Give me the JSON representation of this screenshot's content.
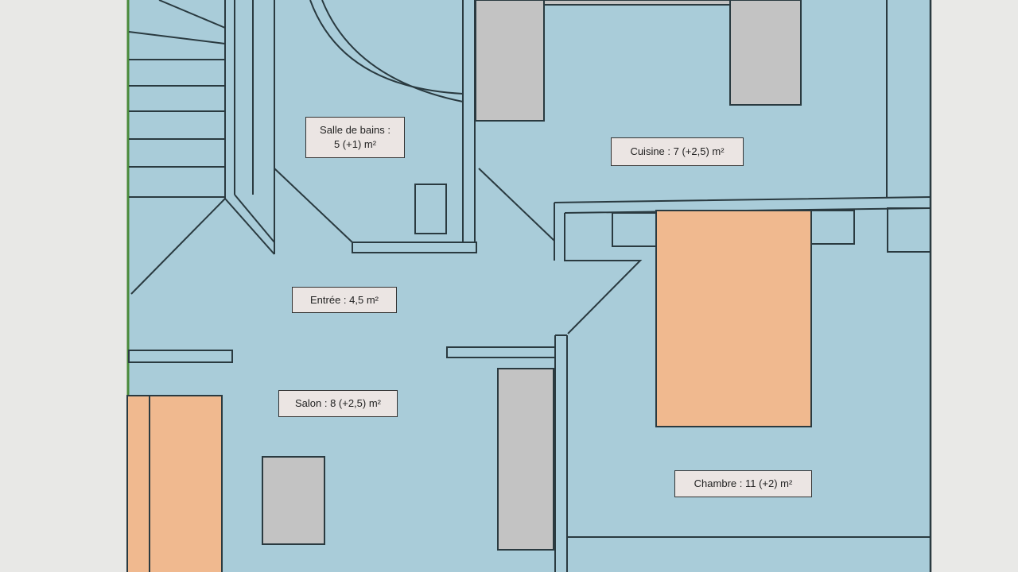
{
  "colors": {
    "floor": "#a9ccd9",
    "furniture_gray": "#c3c3c3",
    "furniture_orange": "#f0b98f",
    "wall": "#2a3a40",
    "paper": "#e6e6e3"
  },
  "rooms": [
    {
      "id": "salle-de-bains",
      "line1": "Salle de bains :",
      "line2": "5 (+1) m²"
    },
    {
      "id": "cuisine",
      "line1": "Cuisine : 7 (+2,5) m²"
    },
    {
      "id": "entree",
      "line1": "Entrée : 4,5 m²"
    },
    {
      "id": "salon",
      "line1": "Salon : 8 (+2,5) m²"
    },
    {
      "id": "chambre",
      "line1": "Chambre : 11 (+2) m²"
    }
  ]
}
